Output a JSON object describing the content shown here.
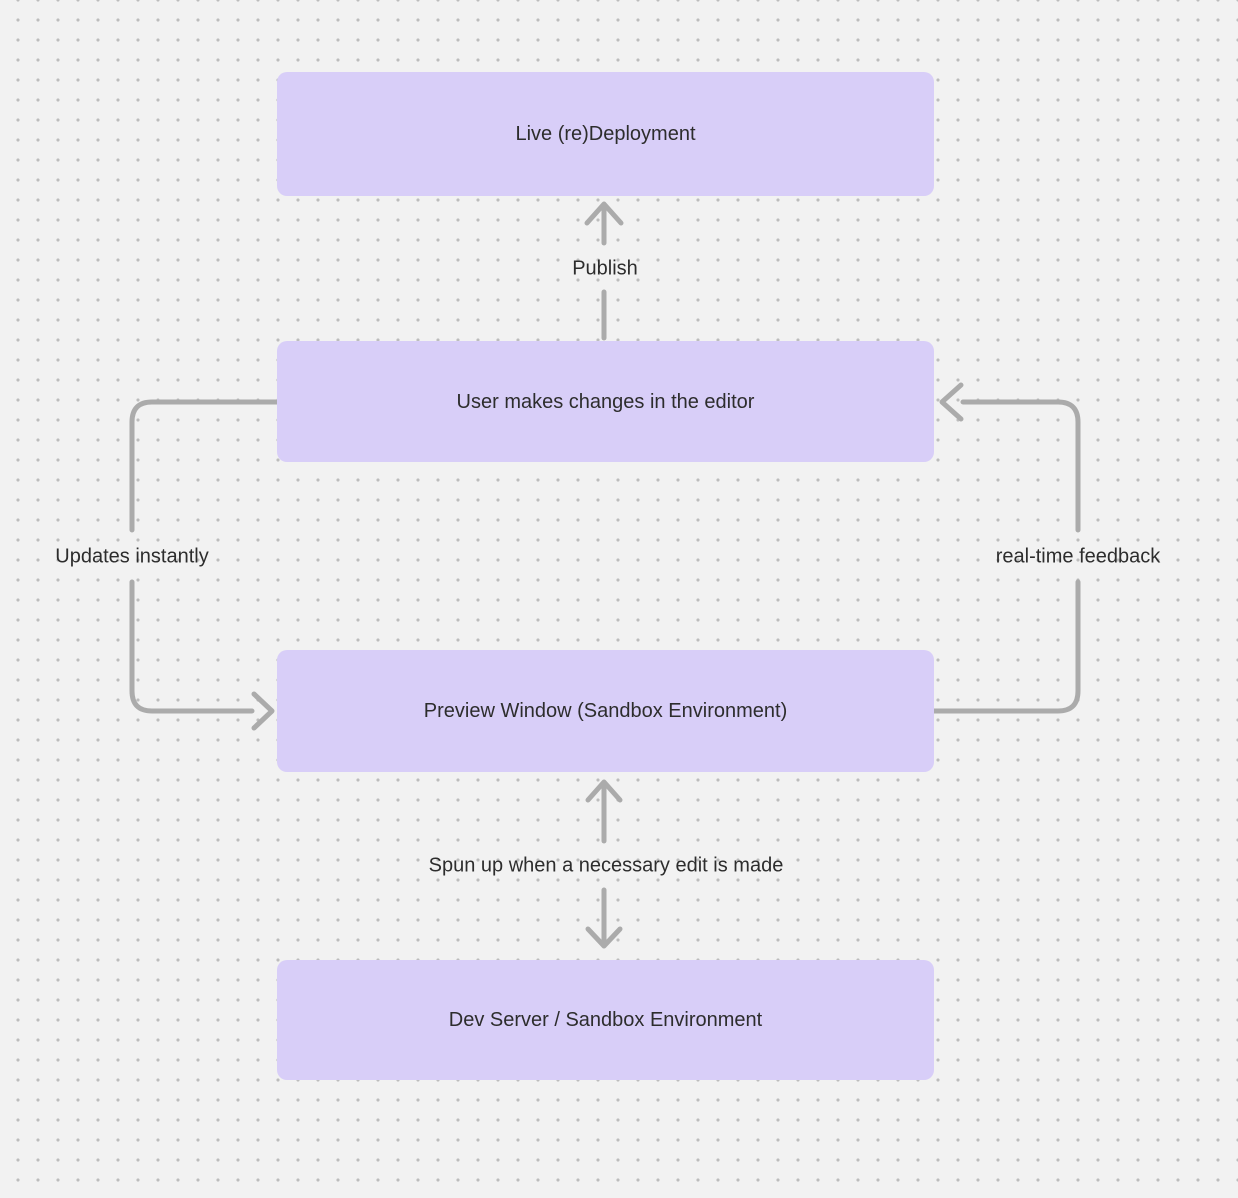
{
  "diagram": {
    "nodes": [
      {
        "id": "live-redeployment",
        "label": "Live (re)Deployment"
      },
      {
        "id": "user-editor",
        "label": "User makes changes in the editor"
      },
      {
        "id": "preview-window",
        "label": "Preview Window (Sandbox Environment)"
      },
      {
        "id": "dev-server",
        "label": "Dev Server / Sandbox Environment"
      }
    ],
    "edges": [
      {
        "id": "publish",
        "label": "Publish",
        "from": "user-editor",
        "to": "live-redeployment",
        "style": "straight-up-arrow"
      },
      {
        "id": "updates-instantly",
        "label": "Updates instantly",
        "from": "user-editor",
        "to": "preview-window",
        "style": "left-side-loop"
      },
      {
        "id": "realtime-feedback",
        "label": "real-time feedback",
        "from": "preview-window",
        "to": "user-editor",
        "style": "right-side-loop"
      },
      {
        "id": "spun-up",
        "label": "Spun up when a necessary edit is made",
        "from": "preview-window",
        "to": "dev-server",
        "style": "vertical-bidirectional"
      }
    ],
    "colors": {
      "background": "#f2f2f2",
      "grid_dot": "#bdbdbd",
      "node_fill": "#d8cef8",
      "node_text": "#2d2d2d",
      "arrow": "#ababab",
      "edge_label_text": "#2d2d2d"
    }
  }
}
